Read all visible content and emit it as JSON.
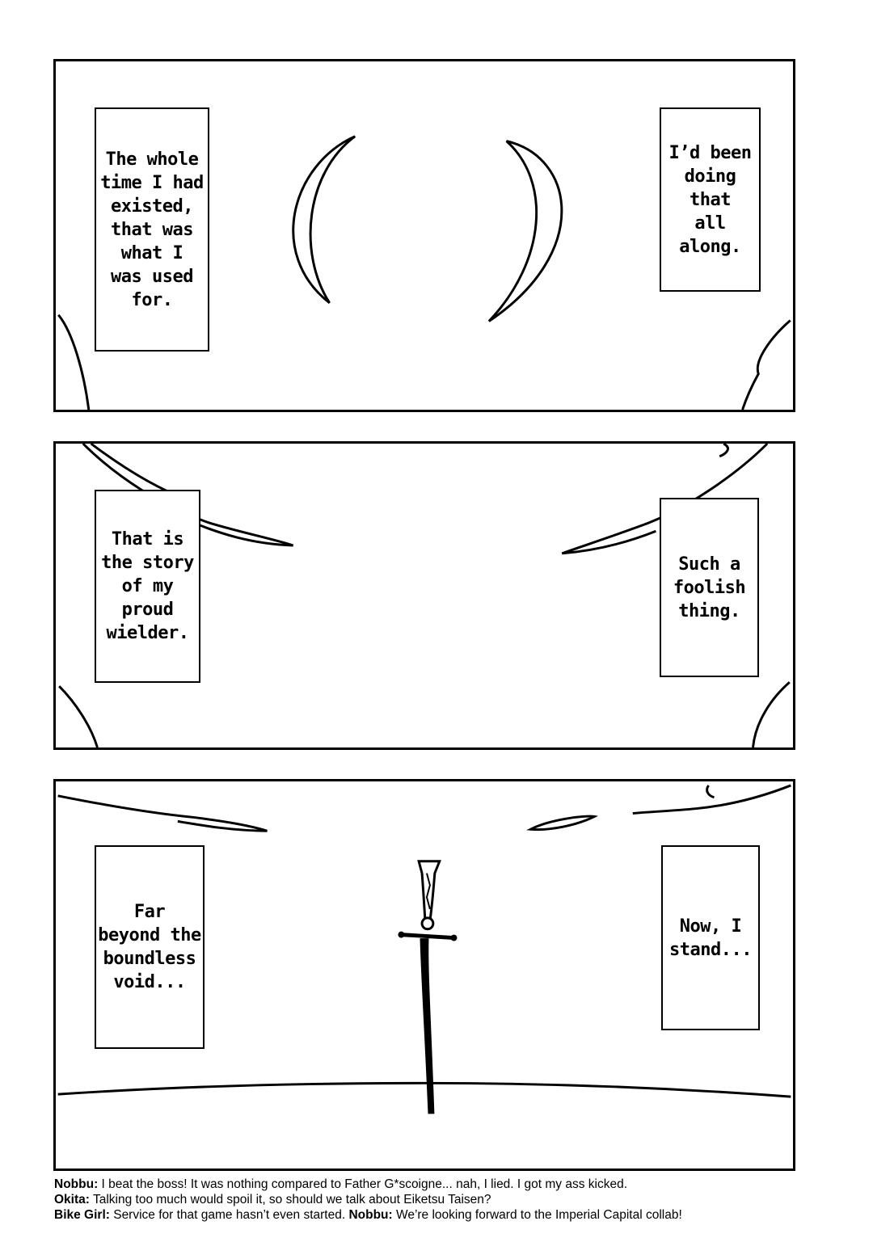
{
  "panels": [
    {
      "captions": [
        "The whole\ntime I had\nexisted,\nthat was\nwhat I\nwas used\nfor.",
        "I’d been\ndoing that\nall along."
      ]
    },
    {
      "captions": [
        "That is\nthe story\nof my\nproud\nwielder.",
        "Such a\nfoolish\nthing."
      ]
    },
    {
      "captions": [
        "Far\nbeyond the\nboundless\nvoid...",
        "Now, I\nstand..."
      ]
    }
  ],
  "notes": [
    [
      {
        "speaker": "Nobbu:",
        "text": " I beat the boss! It was nothing compared to Father G*scoigne... nah, I lied. I got my ass kicked."
      }
    ],
    [
      {
        "speaker": "Okita:",
        "text": " Talking too much would spoil it, so should we talk about Eiketsu Taisen?"
      }
    ],
    [
      {
        "speaker": "Bike Girl:",
        "text": " Service for that game hasn’t even started. "
      },
      {
        "speaker": "Nobbu:",
        "text": " We’re looking forward to the Imperial Capital collab!"
      }
    ]
  ]
}
